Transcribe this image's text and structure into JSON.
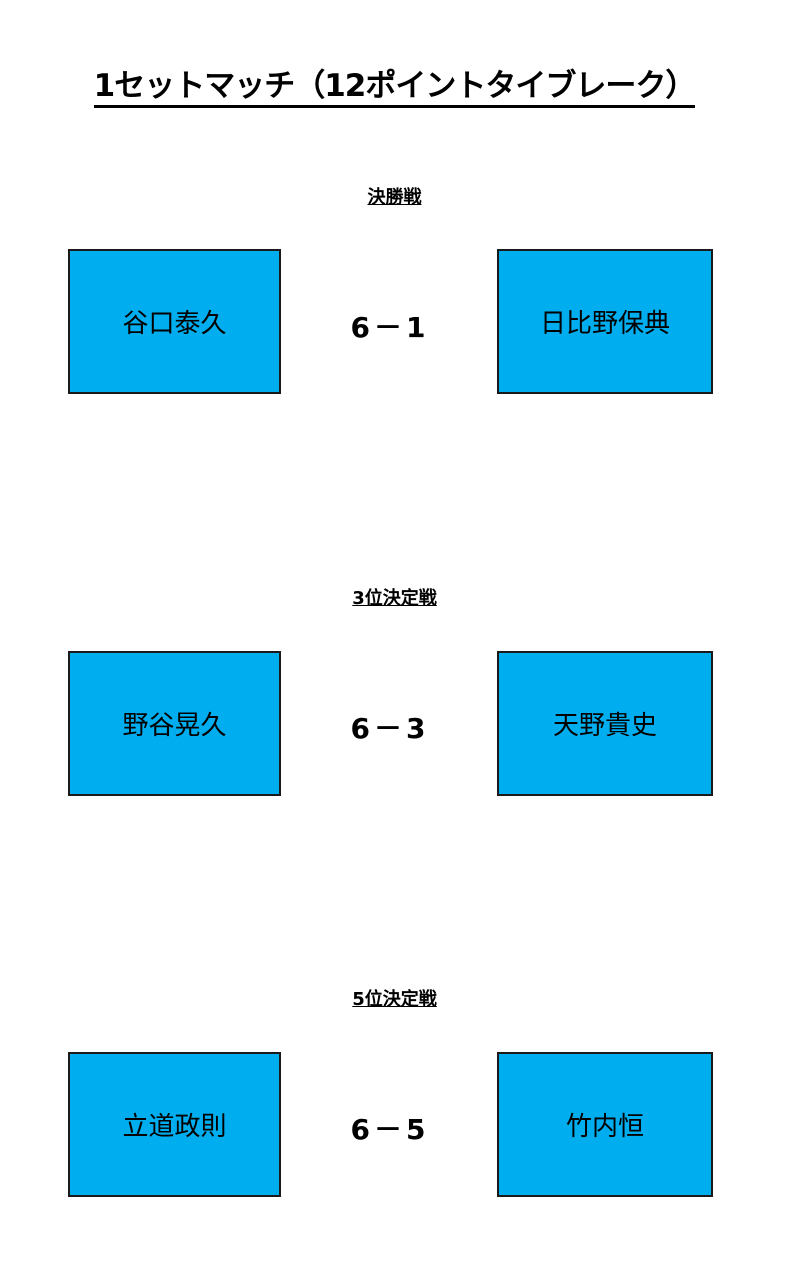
{
  "title": "1セットマッチ（12ポイントタイブレーク）",
  "matches": [
    {
      "label": "決勝戦",
      "left": "谷口泰久",
      "score": "6－1",
      "right": "日比野保典"
    },
    {
      "label": "3位決定戦",
      "left": "野谷晃久",
      "score": "6－3",
      "right": "天野貴史"
    },
    {
      "label": "5位決定戦",
      "left": "立道政則",
      "score": "6－5",
      "right": "竹内恒"
    }
  ],
  "colors": {
    "box": "#00AEEF"
  }
}
